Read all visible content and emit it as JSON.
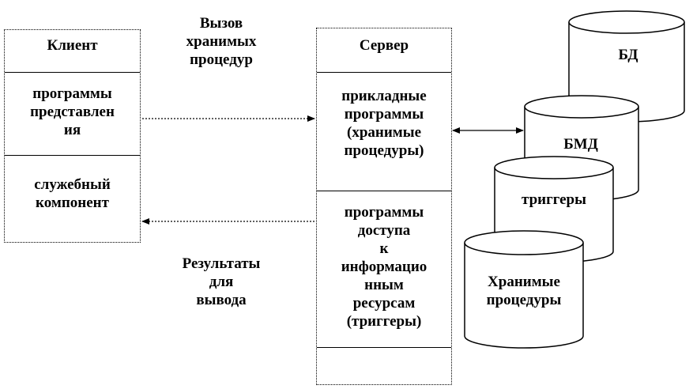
{
  "client": {
    "title": "Клиент",
    "presentation": "программы\nпредставлен\nия",
    "service": "служебный\nкомпонент"
  },
  "server": {
    "title": "Сервер",
    "applied": "прикладные\nпрограммы\n(хранимые\nпроцедуры)",
    "access": "программы\nдоступа\nк\nинформацио\nнным\nресурсам\n(триггеры)"
  },
  "labels": {
    "call": "Вызов\nхранимых\nпроцедур",
    "results": "Результаты\nдля\nвывода"
  },
  "storage": [
    {
      "label": "БД"
    },
    {
      "label": "БМД"
    },
    {
      "label": "триггеры"
    },
    {
      "label": "Хранимые\nпроцедуры"
    }
  ]
}
